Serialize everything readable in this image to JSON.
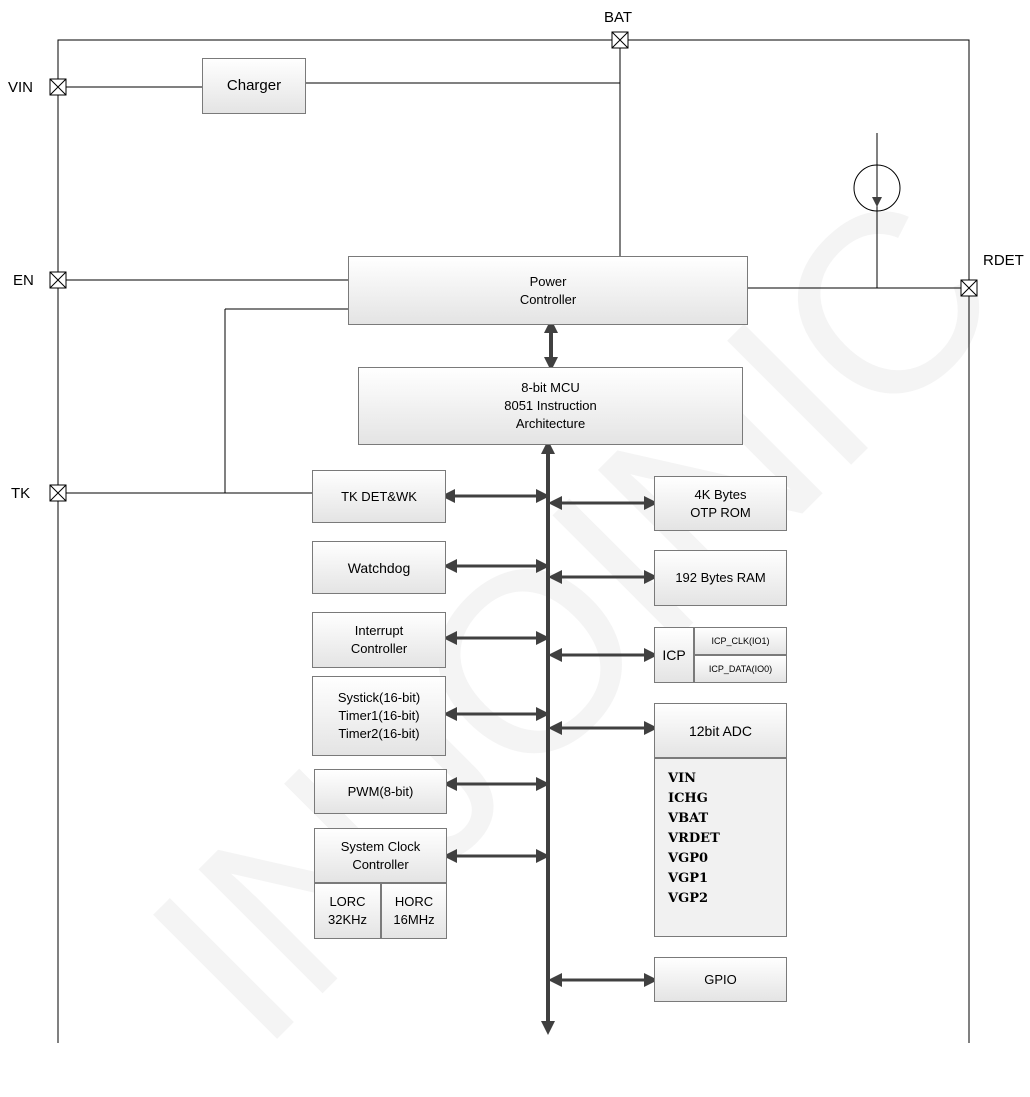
{
  "pins": {
    "bat": "BAT",
    "vin": "VIN",
    "en": "EN",
    "tk": "TK",
    "rdet": "RDET"
  },
  "blocks": {
    "charger": "Charger",
    "power_controller": [
      "Power",
      "Controller"
    ],
    "mcu": [
      "8-bit MCU",
      "8051 Instruction",
      "Architecture"
    ],
    "tk_det": "TK DET&WK",
    "watchdog": "Watchdog",
    "interrupt": [
      "Interrupt",
      "Controller"
    ],
    "timers": [
      "Systick(16-bit)",
      "Timer1(16-bit)",
      "Timer2(16-bit)"
    ],
    "pwm": "PWM(8-bit)",
    "sys_clock": [
      "System Clock",
      "Controller"
    ],
    "lorc": [
      "LORC",
      "32KHz"
    ],
    "horc": [
      "HORC",
      "16MHz"
    ],
    "otp": [
      "4K Bytes",
      "OTP ROM"
    ],
    "ram": "192 Bytes RAM",
    "icp": "ICP",
    "icp_clk": "ICP_CLK(IO1)",
    "icp_data": "ICP_DATA(IO0)",
    "adc": "12bit ADC",
    "gpio": "GPIO"
  },
  "adc_channels": [
    "VIN",
    "ICHG",
    "VBAT",
    "VRDET",
    "VGP0",
    "VGP1",
    "VGP2"
  ],
  "watermark": "INJOINIC"
}
